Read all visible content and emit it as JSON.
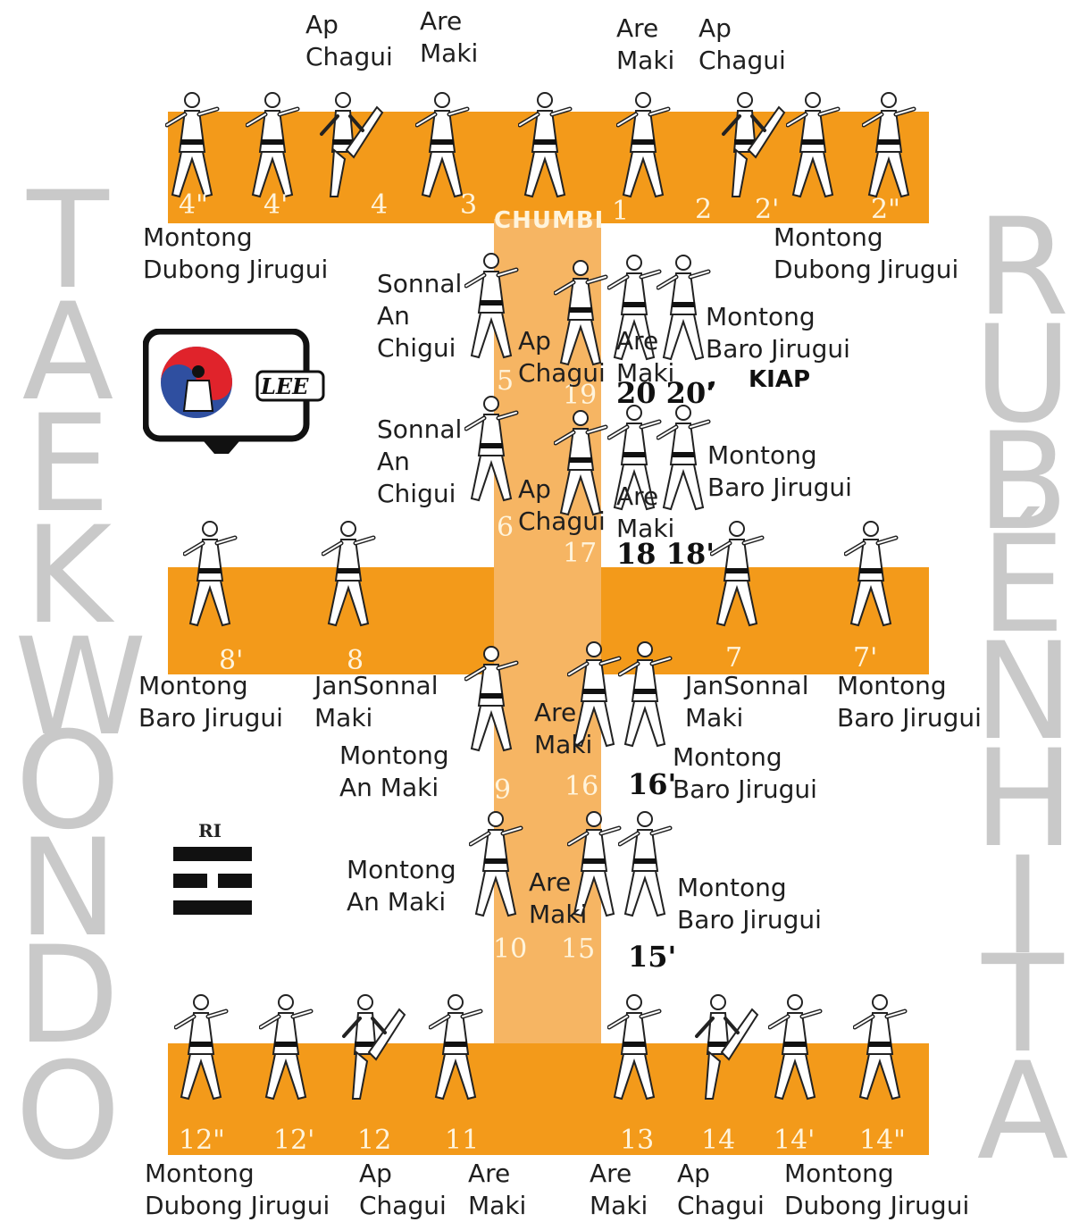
{
  "side_left": [
    "T",
    "A",
    "E",
    "K",
    "W",
    "O",
    "N",
    "D",
    "O"
  ],
  "side_right": [
    "R",
    "U",
    "B",
    "É",
    "N",
    "H",
    "I",
    "T",
    "A"
  ],
  "logo": {
    "text": "LEE",
    "colors": {
      "red": "#e0232b",
      "blue": "#2f4fa0"
    }
  },
  "trigram": {
    "label": "RI"
  },
  "chumbi": "CHUMBI",
  "kiap": "KIAP",
  "colors": {
    "bar": "#f39a1a",
    "bar_light": "#f6b563",
    "side_text": "#c9c9c9"
  },
  "labels": {
    "top_ap_chagui_l": "Ap\nChagui",
    "top_are_maki_l": "Are\nMaki",
    "top_are_maki_r": "Are\nMaki",
    "top_ap_chagui_r": "Ap\nChagui",
    "mdj_l": "Montong\nDubong Jirugui",
    "mdj_r": "Montong\nDubong Jirugui",
    "sonnal_5": "Sonnal\nAn\nChigui",
    "ap_19": "Ap\nChagui",
    "are_20": "Are\nMaki",
    "mbj_20": "Montong\nBaro Jirugui",
    "sonnal_6": "Sonnal\nAn\nChigui",
    "ap_17": "Ap\nChagui",
    "are_18": "Are\nMaki",
    "mbj_18": "Montong\nBaro Jirugui",
    "mbj_8p": "Montong\nBaro Jirugui",
    "jansonnal_8": "JanSonnal\nMaki",
    "mam_9": "Montong\nAn Maki",
    "are_16": "Are\nMaki",
    "jansonnal_7": "JanSonnal\nMaki",
    "mbj_7p": "Montong\nBaro Jirugui",
    "mbj_16": "Montong\nBaro Jirugui",
    "mam_10": "Montong\nAn Maki",
    "are_15": "Are\nMaki",
    "mbj_15": "Montong\nBaro Jirugui",
    "mdj_12": "Montong\nDubong Jirugui",
    "ap_12": "Ap\nChagui",
    "are_11": "Are\nMaki",
    "are_13": "Are\nMaki",
    "ap_14": "Ap\nChagui",
    "mdj_14": "Montong\nDubong Jirugui"
  },
  "numbers": {
    "n4pp": "4\"",
    "n4p": "4'",
    "n4": "4",
    "n3": "3",
    "n1": "1",
    "n2": "2",
    "n2p": "2'",
    "n2pp": "2\"",
    "n5": "5",
    "n19": "19",
    "n6": "6",
    "n17": "17",
    "n8p": "8'",
    "n8": "8",
    "n7": "7",
    "n7p": "7'",
    "n9": "9",
    "n16": "16",
    "n10": "10",
    "n15": "15",
    "n12pp": "12\"",
    "n12p": "12'",
    "n12": "12",
    "n11": "11",
    "n13": "13",
    "n14": "14",
    "n14p": "14'",
    "n14pp": "14\""
  },
  "bold_numbers": {
    "b20": "20 20'",
    "b18": "18 18'",
    "b16": "16'",
    "b15": "15'",
    "comma": ","
  }
}
